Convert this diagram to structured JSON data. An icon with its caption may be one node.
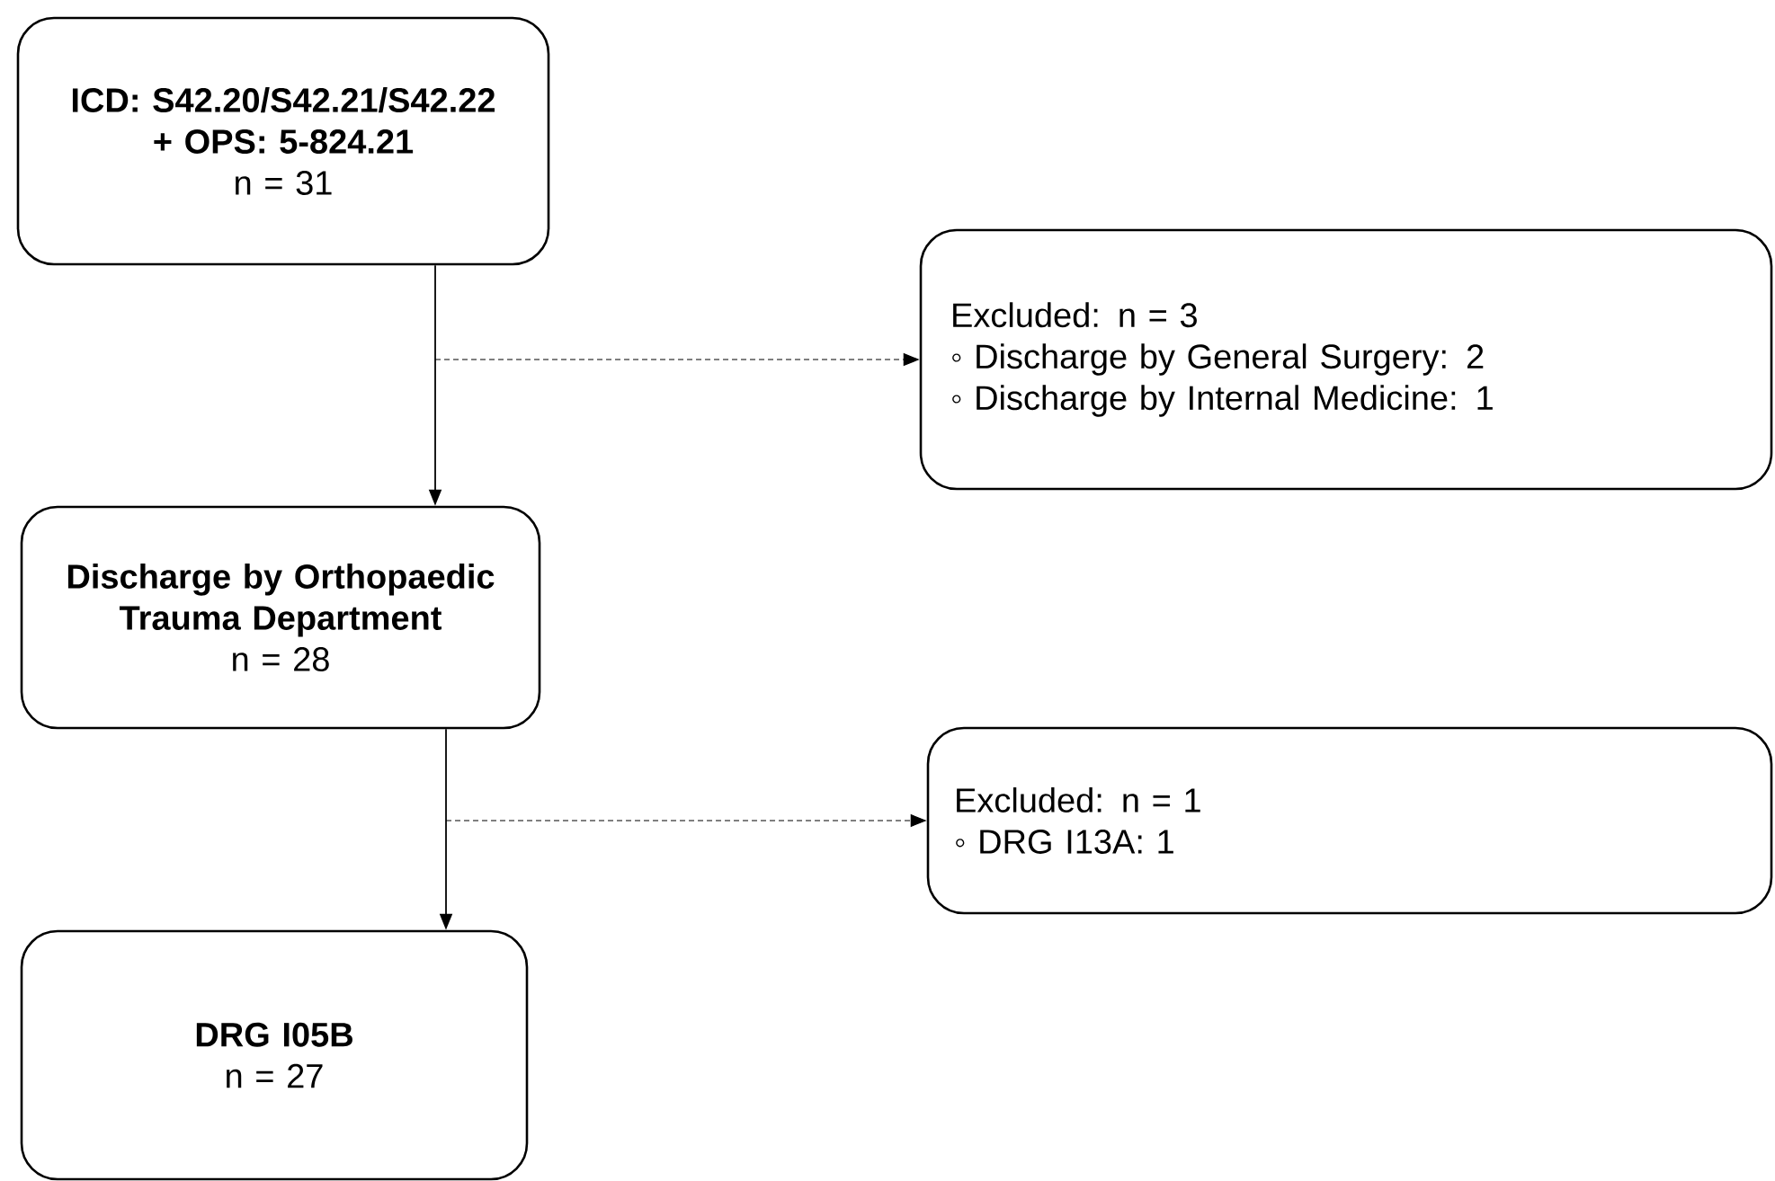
{
  "diagram": {
    "nodes": [
      {
        "text": [
          "ICD: S42.20/S42.21/S42.22 + OPS: 5-824.21",
          "n = 31"
        ]
      },
      {
        "text": [
          "Excluded: n = 3",
          "◦ Discharge by General Surgery: 2",
          "◦ Discharge by Internal Medicine: 1"
        ]
      },
      {
        "text": [
          "Discharge by Orthopaedic Trauma Department",
          "n = 28"
        ]
      },
      {
        "text": [
          "Excluded: n = 1",
          "◦ DRG I13A: 1"
        ]
      },
      {
        "text": [
          "DRG I05B",
          "n = 27"
        ]
      }
    ],
    "edges": [
      {
        "from": 0,
        "to": 2,
        "arrow": "to"
      },
      {
        "from": null,
        "to": 1,
        "arrow": "to",
        "style": "dashed"
      },
      {
        "from": 2,
        "to": 4,
        "arrow": "to"
      },
      {
        "from": null,
        "to": 3,
        "arrow": "to",
        "style": "dashed"
      }
    ]
  }
}
